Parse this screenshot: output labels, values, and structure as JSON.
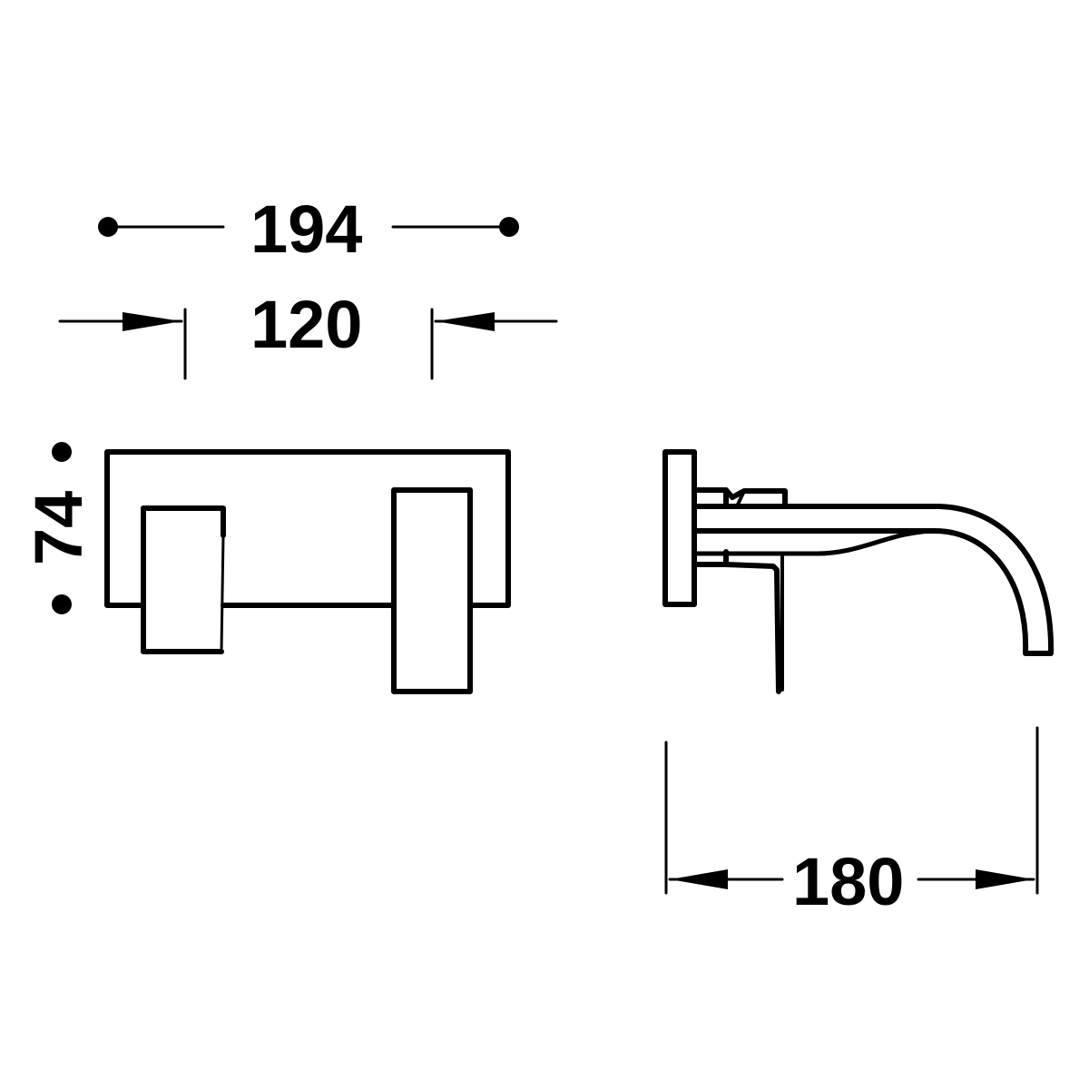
{
  "drawing": {
    "type": "technical-dimension-drawing",
    "subject": "wall-mounted faucet",
    "line_color": "#000000",
    "background_color": "#ffffff",
    "views": [
      {
        "name": "front-view",
        "description": "wall plate with handle block and spout block"
      },
      {
        "name": "side-view",
        "description": "wall plate, lever handle and curved spout"
      }
    ]
  },
  "dimensions": {
    "overall_width": {
      "value": "194",
      "style": "dot-terminated"
    },
    "center_distance": {
      "value": "120",
      "style": "arrow-inward"
    },
    "plate_height": {
      "value": "74",
      "style": "dot-terminated",
      "orientation": "vertical"
    },
    "projection": {
      "value": "180",
      "style": "arrow-outward"
    }
  }
}
